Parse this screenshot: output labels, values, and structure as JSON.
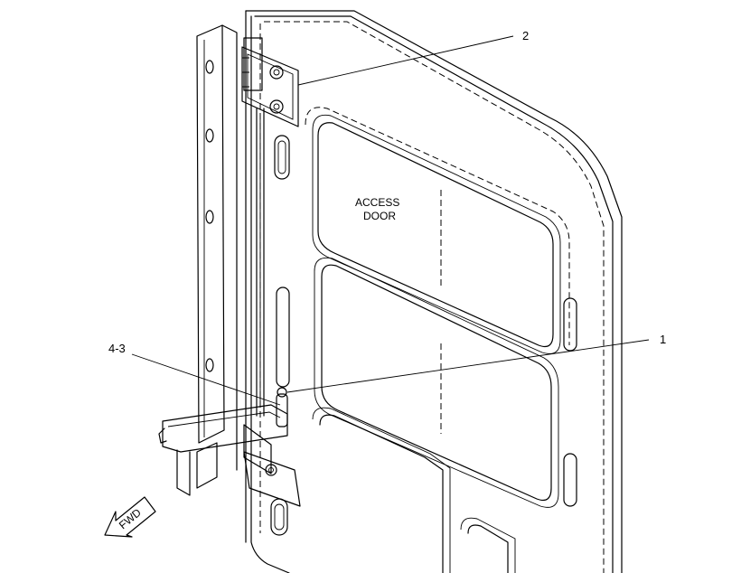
{
  "title_lines": [
    "ACCESS",
    "DOOR"
  ],
  "callouts": [
    "2",
    "1",
    "4-3"
  ],
  "fwd_label": "FWD"
}
